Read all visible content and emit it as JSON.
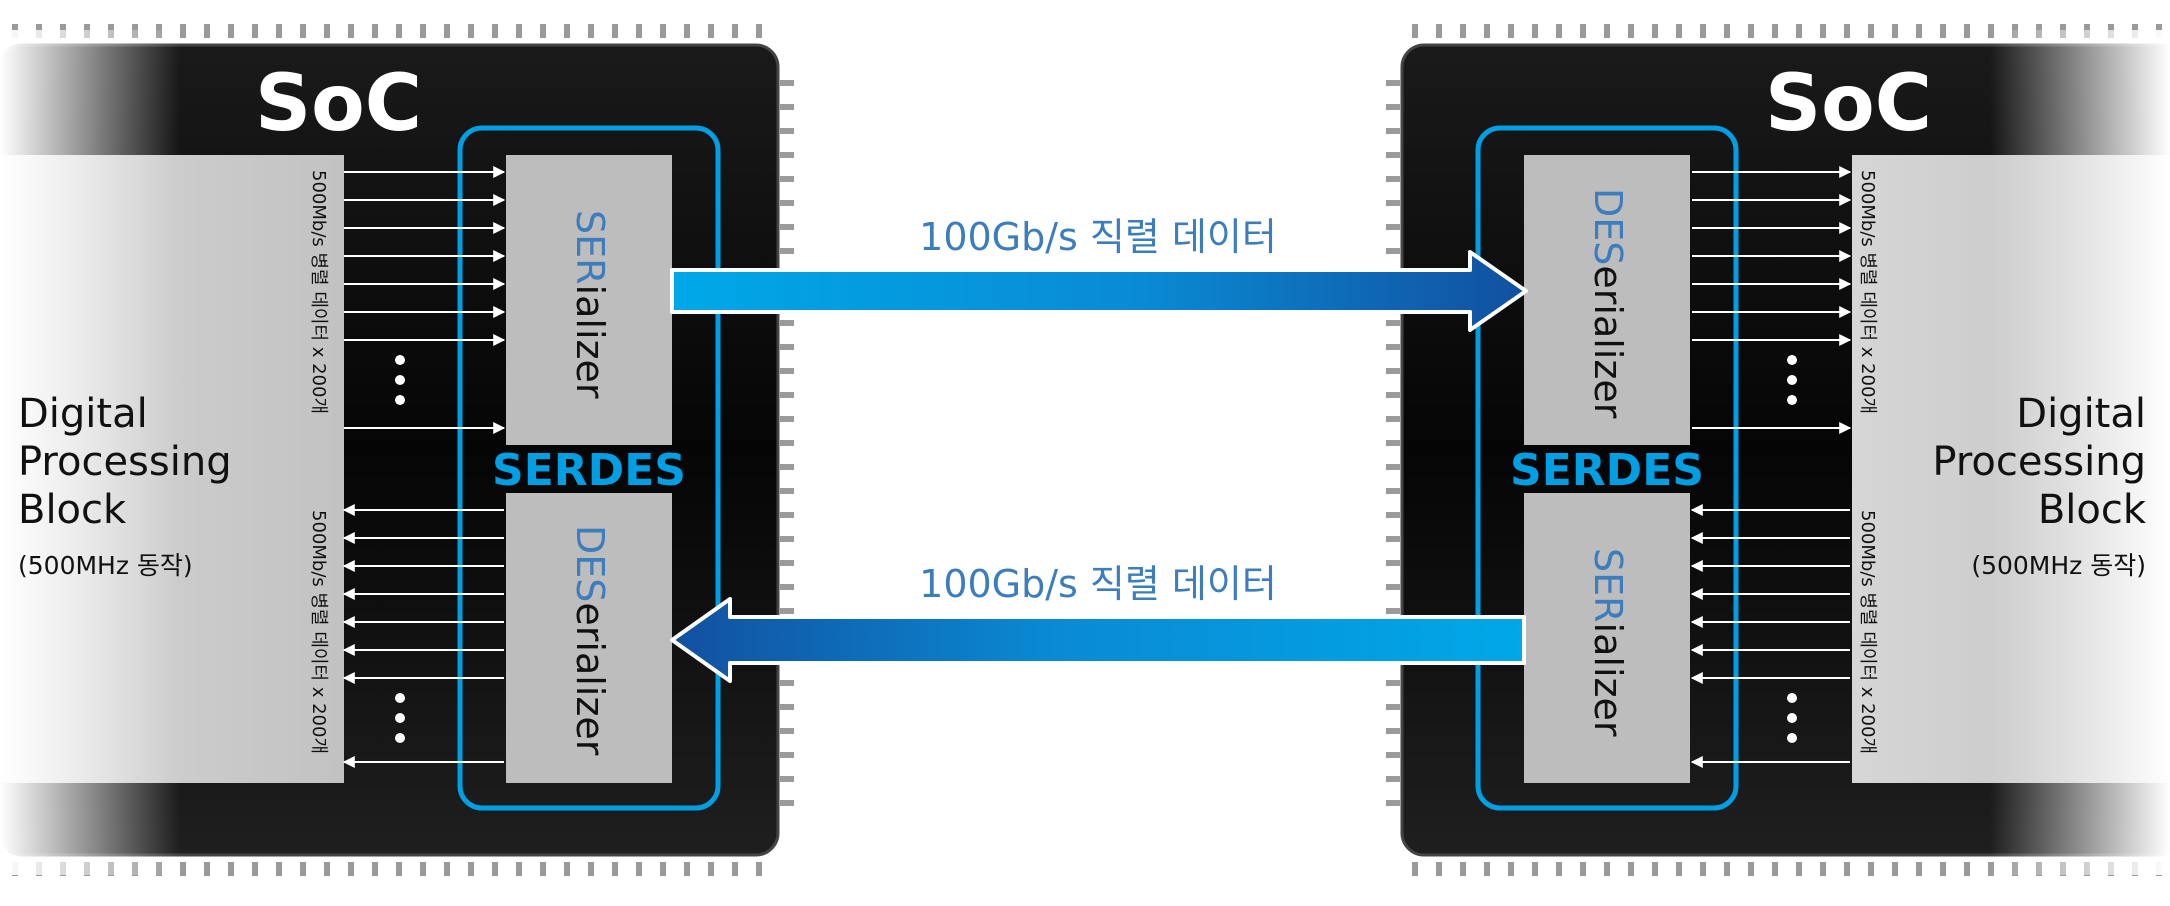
{
  "left": {
    "soc_title": "SoC",
    "serdes_label": "SERDES",
    "block_lines": [
      "Digital",
      "Processing",
      "Block"
    ],
    "block_sub": "(500MHz 동작)",
    "top_box": {
      "hi": "SER",
      "lo": "ializer"
    },
    "bottom_box": {
      "hi": "DES",
      "lo": "erializer"
    },
    "parallel_top": "500Mb/s 병렬 데이터 x 200개",
    "parallel_bottom": "500Mb/s 병렬 데이터 x 200개"
  },
  "right": {
    "soc_title": "SoC",
    "serdes_label": "SERDES",
    "block_lines": [
      "Digital",
      "Processing",
      "Block"
    ],
    "block_sub": "(500MHz 동작)",
    "top_box": {
      "hi": "DES",
      "lo": "erializer"
    },
    "bottom_box": {
      "hi": "SER",
      "lo": "ializer"
    },
    "parallel_top": "500Mb/s 병렬 데이터 x 200개",
    "parallel_bottom": "500Mb/s 병렬 데이터 x 200개"
  },
  "link_top": "100Gb/s 직렬 데이터",
  "link_bottom": "100Gb/s 직렬 데이터",
  "colors": {
    "serdes_blue": "#009fe3",
    "text_blue": "#3b7dbd",
    "arrow_light": "#00a8e8",
    "arrow_dark": "#1250a0",
    "chip_black": "#050505",
    "block_gray": "#c8c8c8",
    "box_gray": "#bdbdbd"
  }
}
